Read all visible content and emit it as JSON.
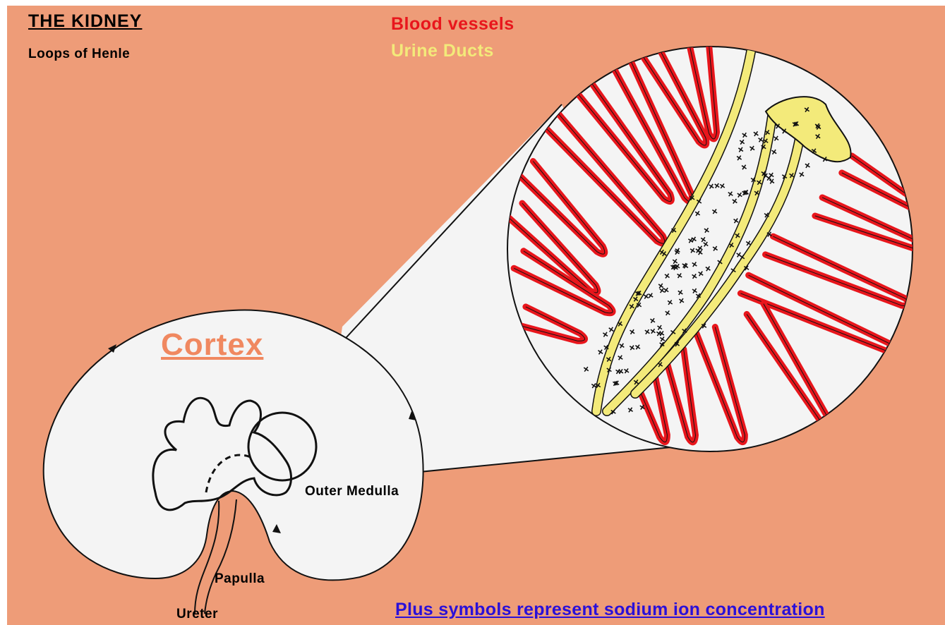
{
  "title": "THE KIDNEY",
  "subtitle": "Loops of Henle",
  "legend": {
    "blood_vessels": "Blood vessels",
    "urine_ducts": "Urine Ducts"
  },
  "labels": {
    "cortex": "Cortex",
    "outer_medulla": "Outer Medulla",
    "papulla": "Papulla",
    "ureter": "Ureter"
  },
  "footnote": "Plus symbols represent sodium ion concentration",
  "colors": {
    "background": "#ee9c78",
    "blood_vessel": "#e8161c",
    "urine_duct": "#f3ea7a",
    "cortex_label": "#f08860",
    "footnote": "#2a10d8",
    "kidney_fill": "#f4f4f4"
  }
}
